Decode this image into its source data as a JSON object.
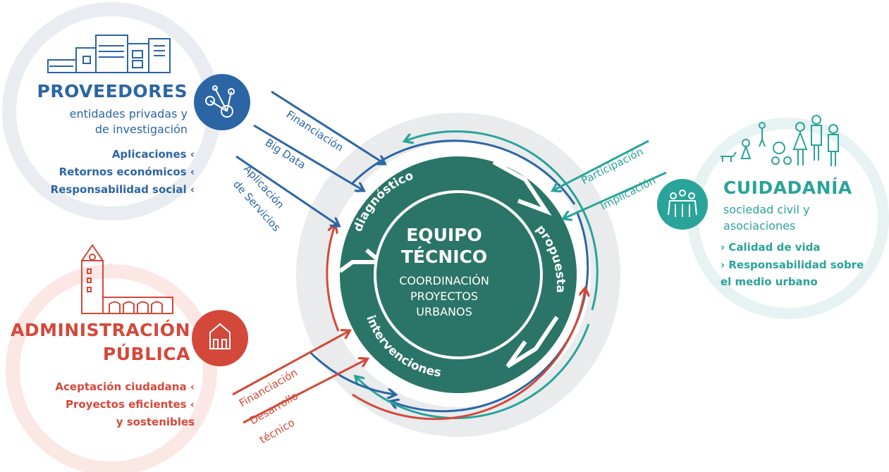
{
  "colors": {
    "proveedores": "#2c65a4",
    "administracion": "#d4483a",
    "ciudadania": "#2aa39a",
    "center": "#2b7468",
    "ring_light": "#e8ecef"
  },
  "proveedores": {
    "title": "PROVEEDORES",
    "subtitle_line1": "entidades privadas y",
    "subtitle_line2": "de investigación",
    "items": [
      "Aplicaciones ‹",
      "Retornos económicos ‹",
      "Responsabilidad social ‹"
    ]
  },
  "administracion": {
    "title_line1": "ADMINISTRACIÓN",
    "title_line2": "PÚBLICA",
    "items": [
      "Aceptación ciudadana ‹",
      "Proyectos eficientes ‹",
      "y sostenibles"
    ]
  },
  "ciudadania": {
    "title": "CUIDADANÍA",
    "subtitle_line1": "sociedad civil y",
    "subtitle_line2": "asociaciones",
    "item1": "› Calidad de vida",
    "item2_line1": "› Responsabilidad sobre",
    "item2_line2": "el medio urbano"
  },
  "center": {
    "title_line1": "EQUIPO",
    "title_line2": "TÉCNICO",
    "subtitle_line1": "COORDINACIÓN",
    "subtitle_line2": "PROYECTOS",
    "subtitle_line3": "URBANOS",
    "cycle": {
      "diagnostico": "diagnóstico",
      "propuesta": "propuesta",
      "intervenciones": "intervenciones"
    }
  },
  "flows": {
    "prov_financiacion": "Financiación",
    "prov_bigdata": "Big Data",
    "prov_aplicacion_1": "Aplicación",
    "prov_aplicacion_2": "de Servicios",
    "ciud_participacion": "Participación",
    "ciud_implicacion": "Implicación",
    "admin_financiacion": "Financiación",
    "admin_desarrollo_1": "Desarrollo",
    "admin_desarrollo_2": "técnico"
  }
}
